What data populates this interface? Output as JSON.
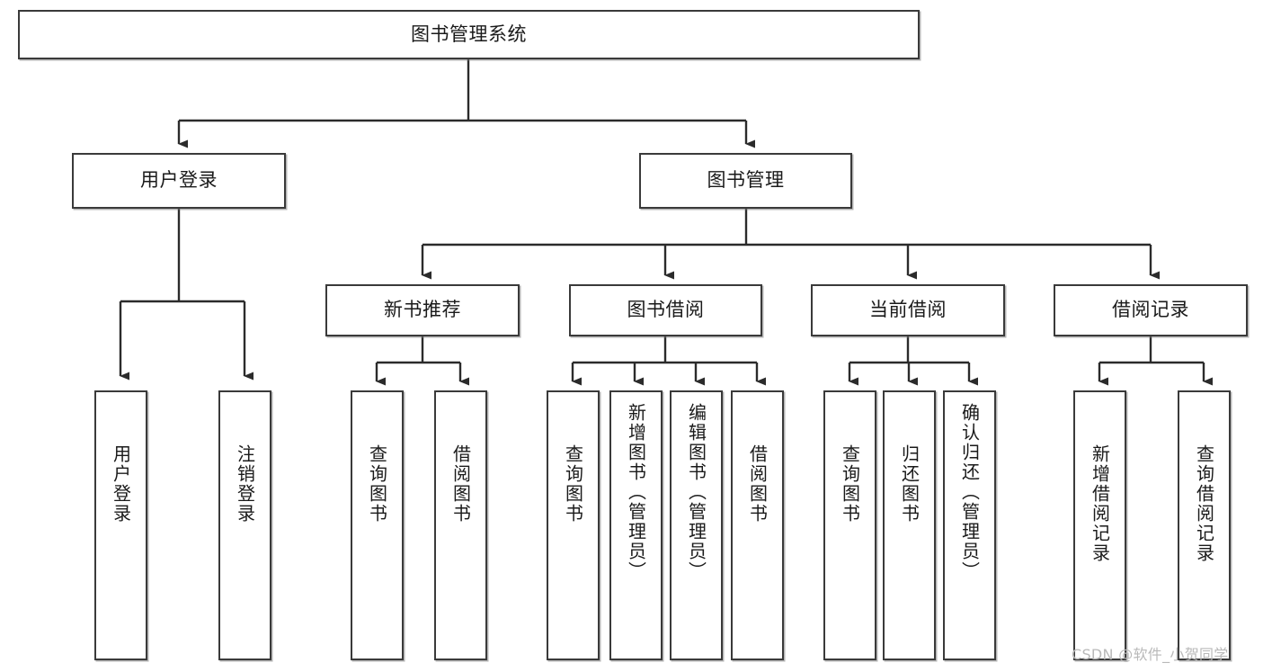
{
  "diagram": {
    "type": "tree-hierarchy-chart",
    "title": "图书管理系统",
    "watermark": "CSDN @软件_小贺同学",
    "colors": {
      "background": "#ffffff",
      "box_border": "#3a3a3a",
      "box_fill": "#ffffff",
      "connector": "#2b2b2b",
      "text": "#1a1a1a",
      "watermark": "#b9b9b9"
    },
    "levels": {
      "root": {
        "label": "图书管理系统"
      },
      "level2": [
        {
          "label": "用户登录"
        },
        {
          "label": "图书管理"
        }
      ],
      "level3": [
        {
          "label": "新书推荐"
        },
        {
          "label": "图书借阅"
        },
        {
          "label": "当前借阅"
        },
        {
          "label": "借阅记录"
        }
      ],
      "leaves": {
        "user_login": [
          {
            "label": "用户登录"
          },
          {
            "label": "注销登录"
          }
        ],
        "new_book_recommend": [
          {
            "label": "查询图书"
          },
          {
            "label": "借阅图书"
          }
        ],
        "book_borrow": [
          {
            "label": "查询图书"
          },
          {
            "label": "新增图书（管理员）"
          },
          {
            "label": "编辑图书（管理员）"
          },
          {
            "label": "借阅图书"
          }
        ],
        "current_borrow": [
          {
            "label": "查询图书"
          },
          {
            "label": "归还图书"
          },
          {
            "label": "确认归还（管理员）"
          }
        ],
        "borrow_record": [
          {
            "label": "新增借阅记录"
          },
          {
            "label": "查询借阅记录"
          }
        ]
      }
    }
  }
}
